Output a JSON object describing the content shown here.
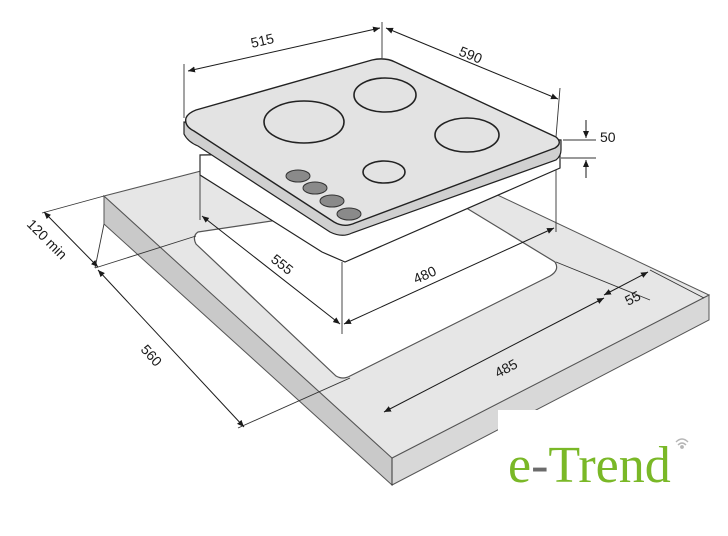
{
  "dimensions": {
    "hob_width": "515",
    "hob_depth": "590",
    "hob_height": "50",
    "cutout_depth": "555",
    "cutout_width": "480",
    "edge_distance": "55",
    "counter_depth": "560",
    "counter_cutout_width": "485",
    "clearance": "120 min"
  },
  "logo": {
    "prefix": "e",
    "dash": "-",
    "name": "Trend",
    "brand_color": "#7ab827",
    "dash_color": "#6b6b6b",
    "icon": "wifi-signal-icon"
  },
  "colors": {
    "counter_top": "#e6e6e6",
    "counter_side": "#cfcfcf",
    "hob_top": "#e3e3e3",
    "burner_knob": "#8a8a8a"
  }
}
